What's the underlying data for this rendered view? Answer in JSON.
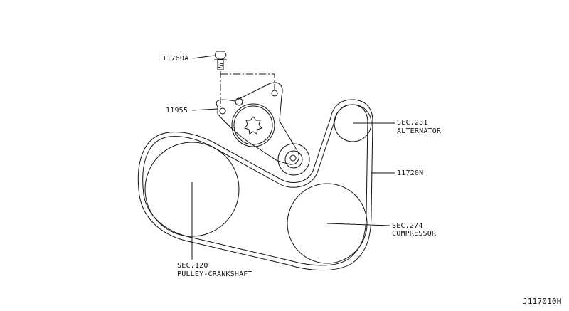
{
  "labels": {
    "bolt": "11760A",
    "tensioner": "11955",
    "alternator_sec": "SEC.231",
    "alternator_name": "ALTERNATOR",
    "belt": "11720N",
    "compressor_sec": "SEC.274",
    "compressor_name": "COMPRESSOR",
    "crank_sec": "SEC.120",
    "crank_name": "PULLEY-CRANKSHAFT"
  },
  "diagram_id": "J117010H"
}
